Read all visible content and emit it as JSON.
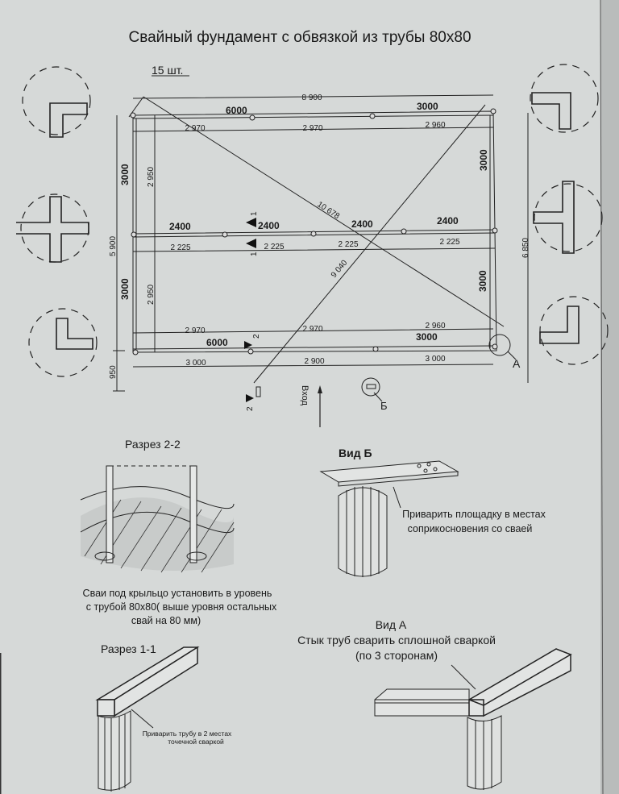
{
  "title": "Свайный фундамент с обвязкой из трубы 80х80",
  "plan": {
    "pile_count": "15 шт.",
    "overall_top": "8 900",
    "beam_top": [
      "6000",
      "3000"
    ],
    "spacing_top": [
      "2 970",
      "2 970",
      "2 960"
    ],
    "side_left": [
      "3000",
      "3000"
    ],
    "side_right": [
      "3000",
      "3000"
    ],
    "inner_left": [
      "2 950",
      "2 950"
    ],
    "overall_left": "5 900",
    "porch_left": "950",
    "overall_right": "6 850",
    "beam_middle": [
      "2400",
      "2400",
      "2400",
      "2400"
    ],
    "spacing_middle": [
      "2 225",
      "2 225",
      "2 225",
      "2 225"
    ],
    "diagonal_1": "10 678",
    "diagonal_2": "9 040",
    "spacing_bottom": [
      "2 970",
      "2 970",
      "2 960"
    ],
    "beam_bottom": [
      "6000",
      "3000"
    ],
    "overall_bottom": [
      "3 000",
      "2 900",
      "3 000"
    ],
    "section_1": "1",
    "section_2": "2",
    "callout_a": "А",
    "callout_b": "Б",
    "entrance": "Вход"
  },
  "section_2_2": {
    "title": "Разрез 2-2",
    "note": [
      "Сваи под крыльцо установить в уровень",
      "с трубой 80х80( выше уровня остальных",
      "свай на 80 мм)"
    ]
  },
  "view_b": {
    "title": "Вид Б",
    "note": [
      "Приварить площадку в местах",
      "соприкосновения со сваей"
    ]
  },
  "view_a": {
    "title": "Вид А",
    "note": [
      "Стык труб сварить сплошной сваркой",
      "(по 3 сторонам)"
    ]
  },
  "section_1_1": {
    "title": "Разрез 1-1",
    "note": [
      "Приварить трубу в 2 местах",
      "точечной сваркой"
    ]
  }
}
